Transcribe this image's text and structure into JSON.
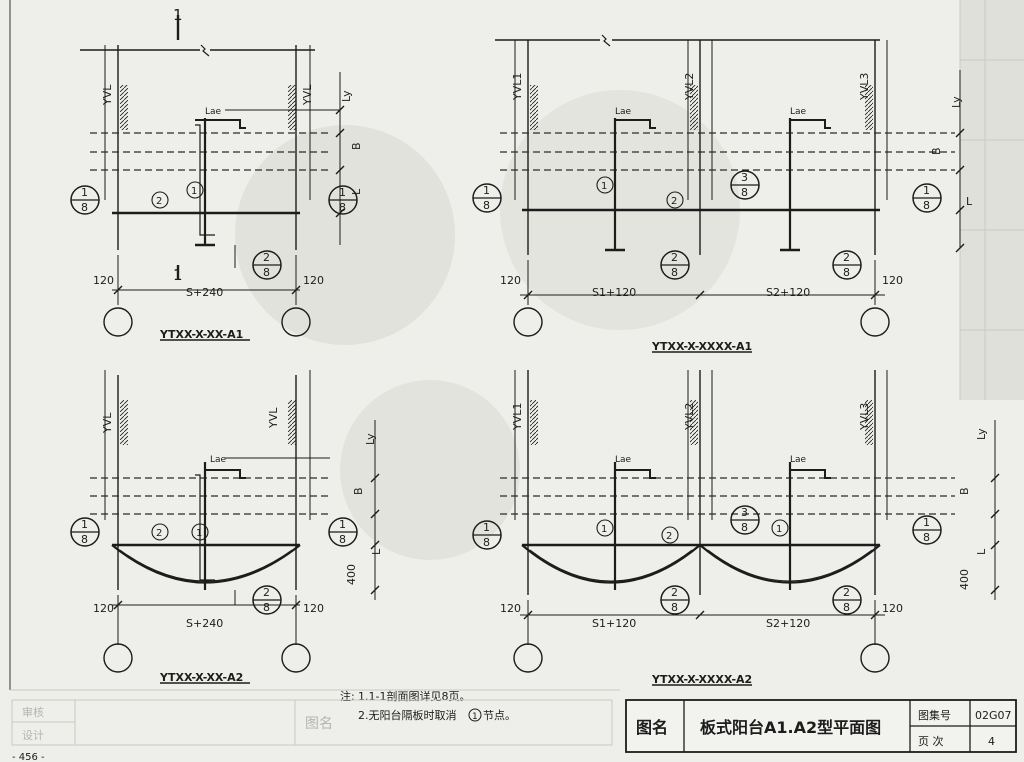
{
  "drawing": {
    "section_mark": "1",
    "span_ly": "Ly",
    "dim_b": "B",
    "dim_l": "L",
    "dim_lae": "Lae",
    "dim_120": "120",
    "dim_400": "400",
    "node_1_8_top": "1",
    "node_1_8_bot": "8",
    "node_2_8_top": "2",
    "node_2_8_bot": "8",
    "node_3_8_top": "3",
    "node_3_8_bot": "8",
    "circle_1": "1",
    "circle_2": "2",
    "beam_yvl": "YVL",
    "beam_yvl1": "YVL1",
    "beam_yvl2": "YVL2",
    "beam_yvl3": "YVL3",
    "span_s240": "S+240",
    "span_s1": "S1+120",
    "span_s2": "S2+120"
  },
  "plans": {
    "a1_left": "YTXX-X-XX-A1",
    "a2_left": "YTXX-X-XX-A2",
    "a1_right": "YTXX-X-XXXX-A1",
    "a2_right": "YTXX-X-XXXX-A2"
  },
  "notes": {
    "prefix": "注:",
    "line1": "1.1-1剖面图详见8页。",
    "line2": "2.无阳台隔板时取消",
    "line2_node": "1",
    "line2_end": "节点。"
  },
  "title_block": {
    "name_label": "图名",
    "title": "板式阳台A1.A2型平面图",
    "atlas_label": "图集号",
    "atlas_value": "02G07",
    "page_label": "页 次",
    "page_value": "4"
  },
  "ghost_title_block": {
    "name_label": "图名",
    "cell_1": "审核",
    "cell_2": "设计"
  },
  "page_number": "- 456 -"
}
